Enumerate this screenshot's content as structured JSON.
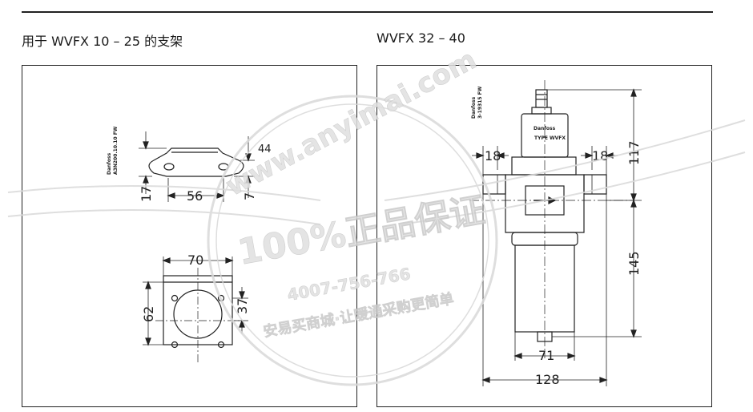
{
  "header": {
    "left_title": "用于 WVFX 10 – 25 的支架",
    "right_title": "WVFX 32 – 40"
  },
  "left_drawing": {
    "code_line1": "Danfoss",
    "code_line2": "A3N200.10.10 FW",
    "dims": {
      "height_17": "17",
      "width_56": "56",
      "label_44": "44",
      "height_7": "7",
      "width_70": "70",
      "height_62": "62",
      "height_37": "37"
    }
  },
  "right_drawing": {
    "code_line1": "Danfoss",
    "code_line2": "3-19315 FW",
    "label_brand": "Danfoss",
    "label_type": "TYPE WVFX",
    "dims": {
      "left_18": "18",
      "right_18": "18",
      "height_117": "117",
      "height_145": "145",
      "width_71": "71",
      "width_128": "128"
    }
  },
  "watermark": {
    "url": "www.anyimai.com",
    "guarantee": "100%正品保证",
    "phone": "4007-756-766",
    "slogan": "安易买商城·让暖通采购更简单"
  }
}
